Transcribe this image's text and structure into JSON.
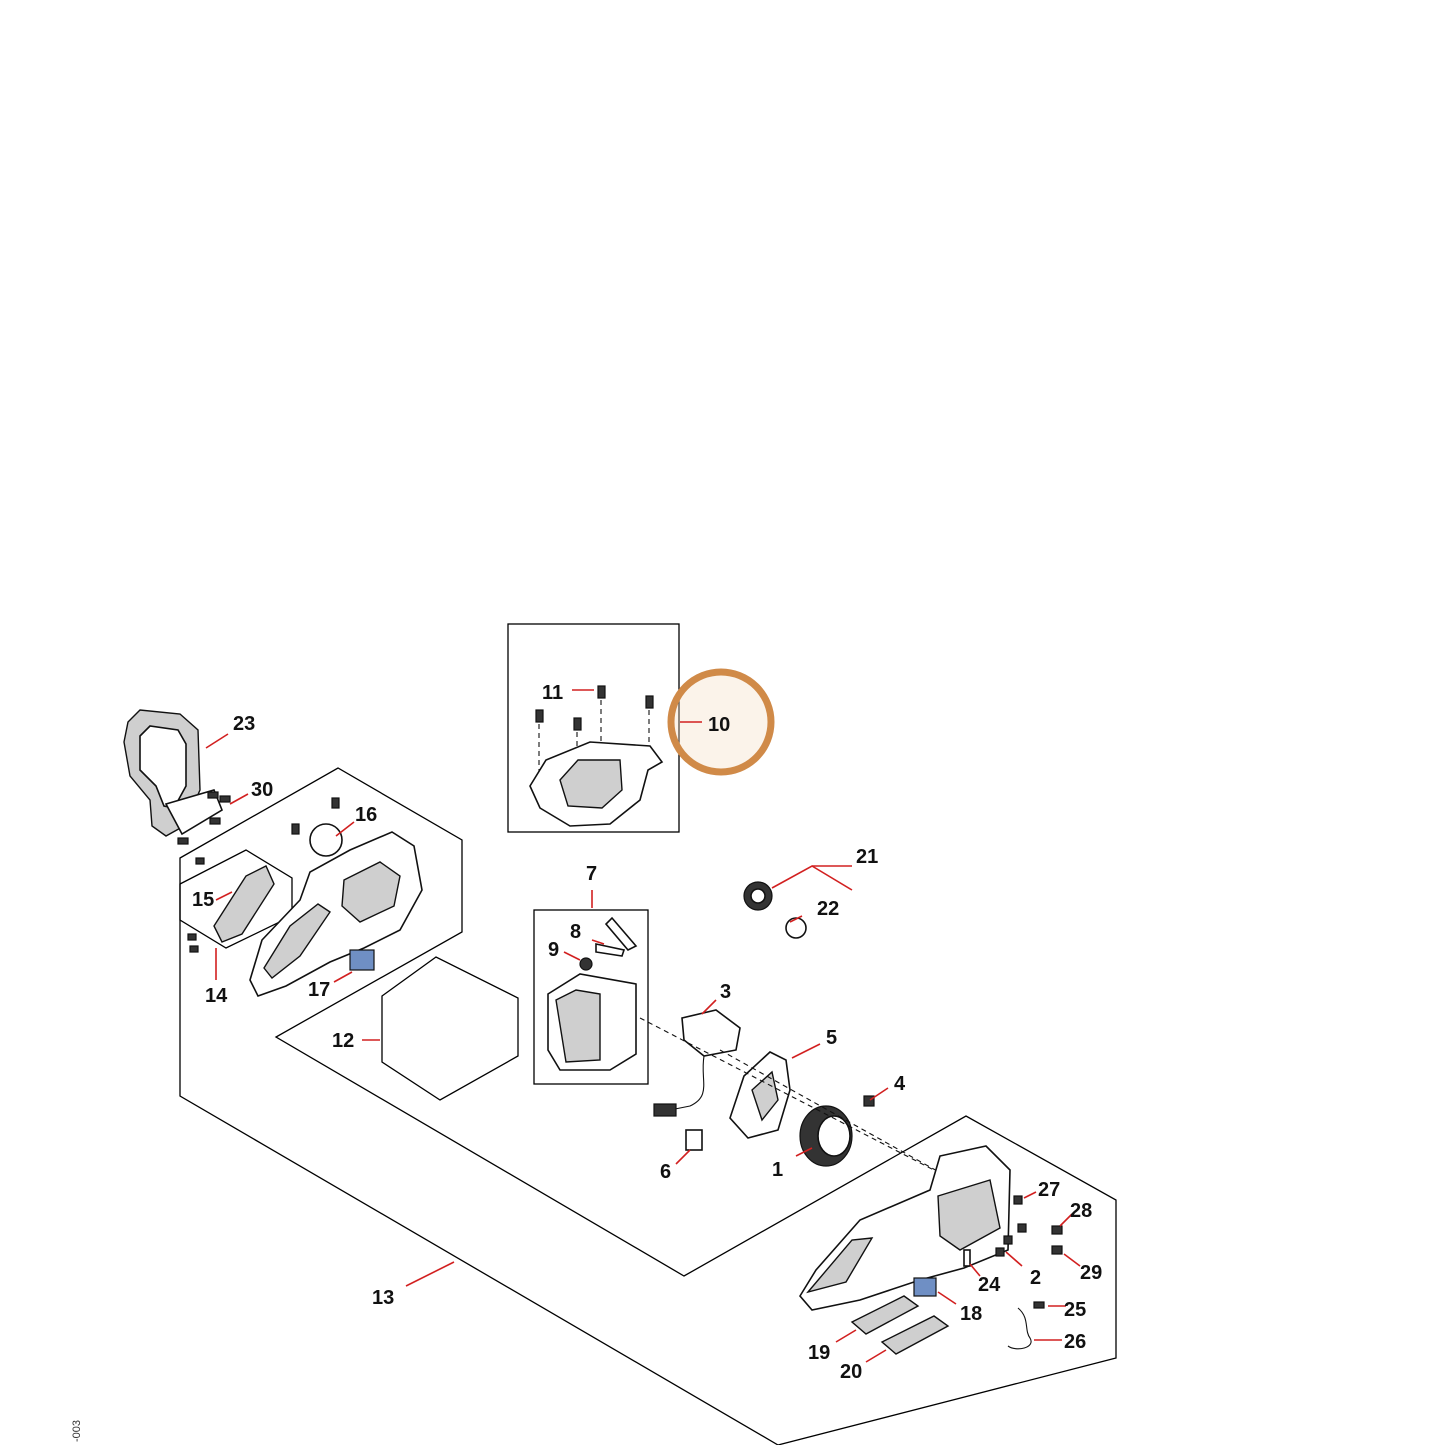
{
  "diagram": {
    "side_code": "-003",
    "highlight_color": "#d08a48",
    "leader_color": "#d22020",
    "highlighted_callout": "10",
    "callouts": [
      {
        "id": "c1",
        "label": "1"
      },
      {
        "id": "c2",
        "label": "2"
      },
      {
        "id": "c3",
        "label": "3"
      },
      {
        "id": "c4",
        "label": "4"
      },
      {
        "id": "c5",
        "label": "5"
      },
      {
        "id": "c6",
        "label": "6"
      },
      {
        "id": "c7",
        "label": "7"
      },
      {
        "id": "c8",
        "label": "8"
      },
      {
        "id": "c9",
        "label": "9"
      },
      {
        "id": "c10",
        "label": "10"
      },
      {
        "id": "c11",
        "label": "11"
      },
      {
        "id": "c12",
        "label": "12"
      },
      {
        "id": "c13",
        "label": "13"
      },
      {
        "id": "c14",
        "label": "14"
      },
      {
        "id": "c15",
        "label": "15"
      },
      {
        "id": "c16",
        "label": "16"
      },
      {
        "id": "c17",
        "label": "17"
      },
      {
        "id": "c18",
        "label": "18"
      },
      {
        "id": "c19",
        "label": "19"
      },
      {
        "id": "c20",
        "label": "20"
      },
      {
        "id": "c21",
        "label": "21"
      },
      {
        "id": "c22",
        "label": "22"
      },
      {
        "id": "c23",
        "label": "23"
      },
      {
        "id": "c24",
        "label": "24"
      },
      {
        "id": "c25",
        "label": "25"
      },
      {
        "id": "c26",
        "label": "26"
      },
      {
        "id": "c27",
        "label": "27"
      },
      {
        "id": "c28",
        "label": "28"
      },
      {
        "id": "c29",
        "label": "29"
      },
      {
        "id": "c30",
        "label": "30"
      }
    ]
  }
}
